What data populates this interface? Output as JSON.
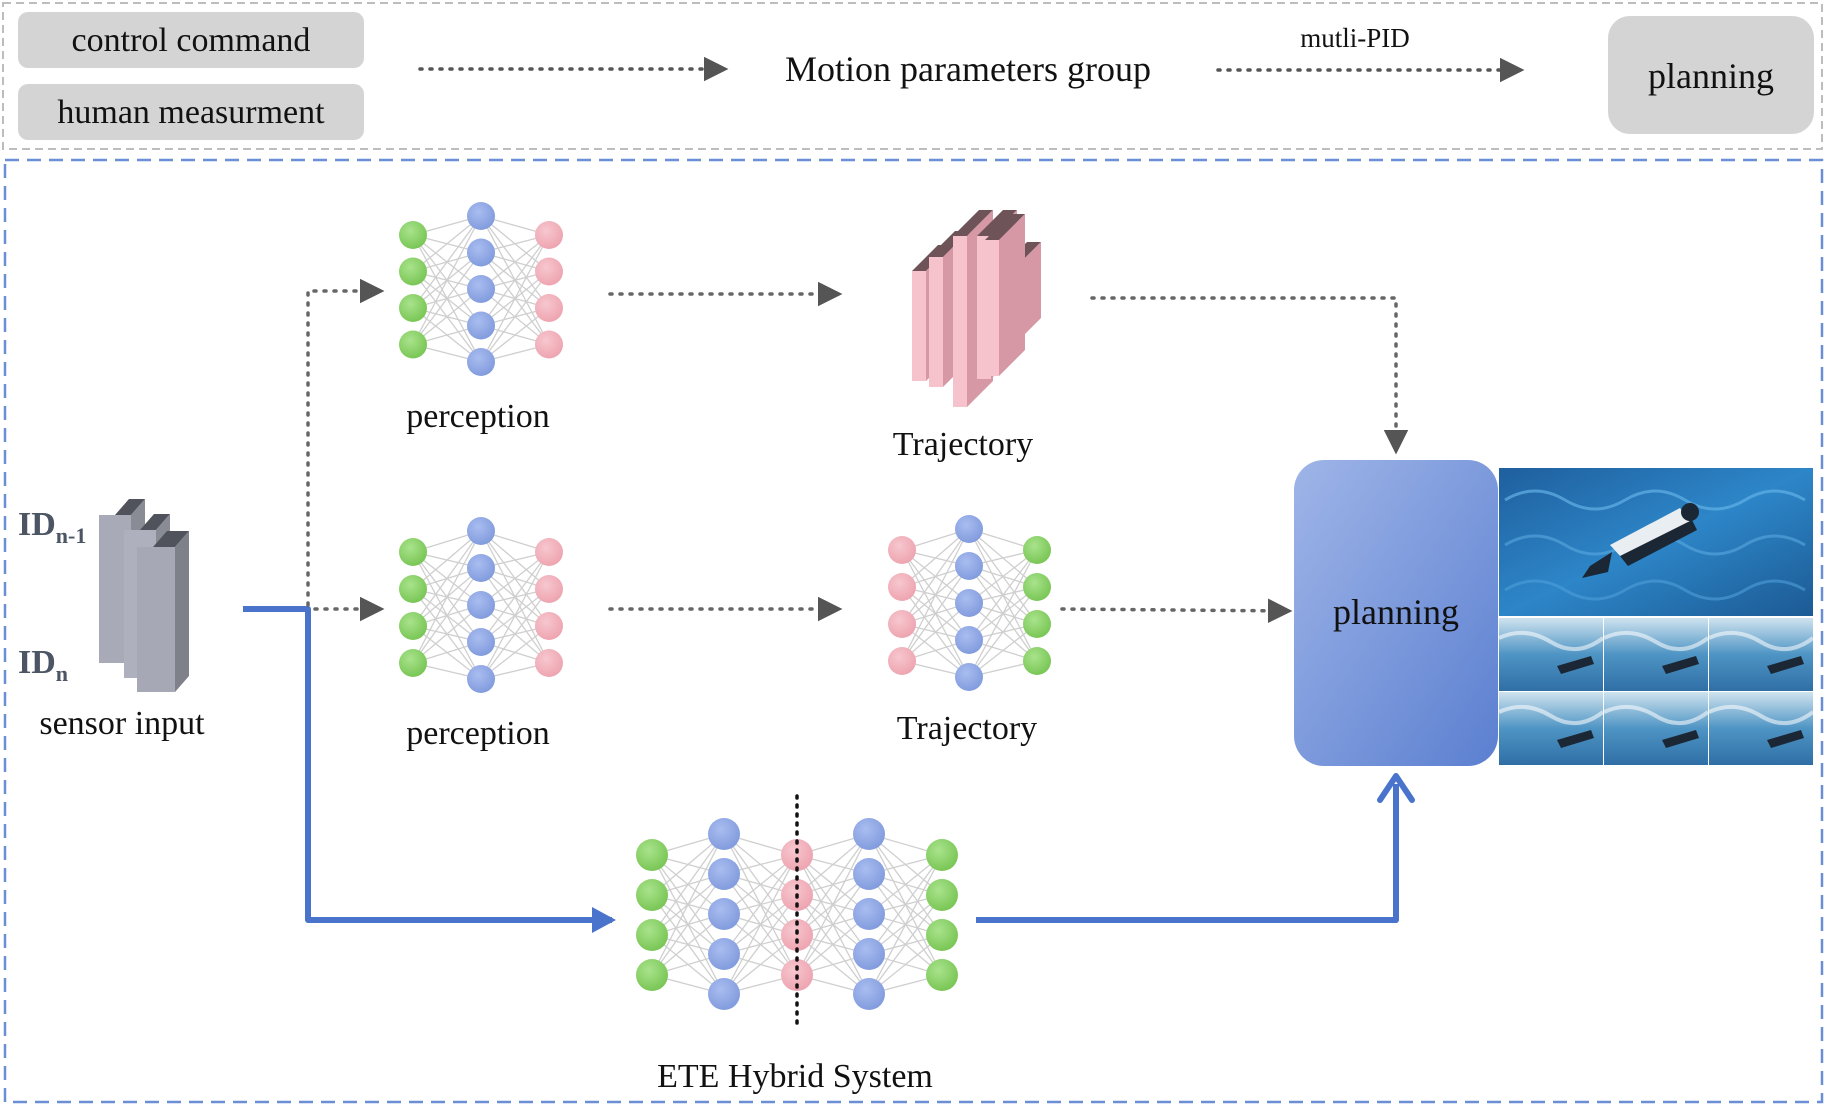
{
  "top_bar": {
    "control_command": "control command",
    "human_measurement": "human measurment",
    "motion_parameters": "Motion parameters group",
    "pid_label": "mutli-PID",
    "planning": "planning"
  },
  "sensor": {
    "id_prev_main": "ID",
    "id_prev_sub": "n-1",
    "id_cur_main": "ID",
    "id_cur_sub": "n",
    "label": "sensor input"
  },
  "branch_top": {
    "perception_label": "perception",
    "trajectory_label": "Trajectory"
  },
  "branch_middle": {
    "perception_label": "perception",
    "trajectory_label": "Trajectory"
  },
  "branch_bottom": {
    "label": "ETE Hybrid System"
  },
  "planning_block": {
    "label": "planning"
  },
  "colors": {
    "node_green": "#8dd56a",
    "node_blue": "#8fa8e3",
    "node_pink": "#f2b3bd",
    "flow_blue": "#4a74cc",
    "panel_border": "#6b8fd6",
    "top_border": "#bdbdbd",
    "pill_gray": "#d4d4d4",
    "water": "#2a78c0"
  }
}
